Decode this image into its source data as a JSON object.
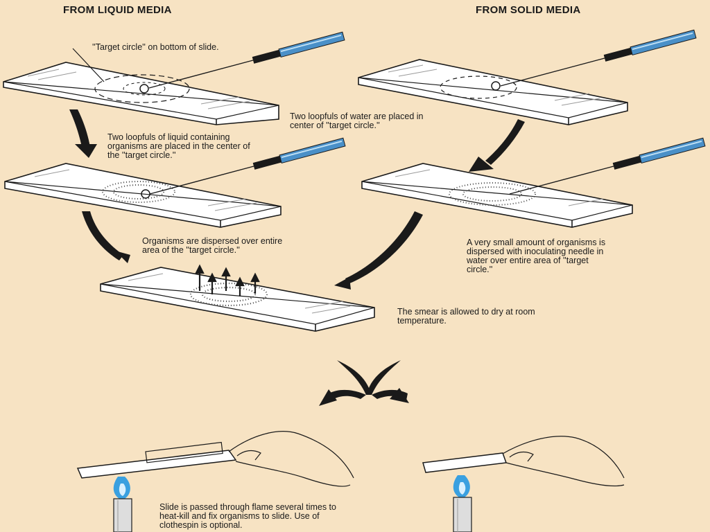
{
  "headings": {
    "liquid": "FROM LIQUID MEDIA",
    "solid": "FROM SOLID MEDIA"
  },
  "labels": {
    "target_circle": "''Target circle'' on bottom of slide.",
    "water_loopfuls": "Two loopfuls of water are placed in\ncenter of ''target circle.''",
    "liquid_loopfuls": "Two loopfuls of liquid containing\norganisms are placed in the center of\nthe ''target circle.''",
    "dispersed": "Organisms are dispersed over entire\narea of the ''target circle.''",
    "small_amount": "A very small amount of organisms is\ndispersed with inoculating needle in\nwater over entire area of ''target\ncircle.''",
    "dry": "The smear is allowed to dry at room\ntemperature.",
    "flame": "Slide is passed through flame several times to\nheat-kill and fix organisms to slide. Use of\nclothespin is optional."
  },
  "colors": {
    "background": "#f7e3c3",
    "slide": "#ffffff",
    "ink": "#1a1a1a",
    "needle_handle": "#4a90c8",
    "flame": "#3aa0e0"
  }
}
